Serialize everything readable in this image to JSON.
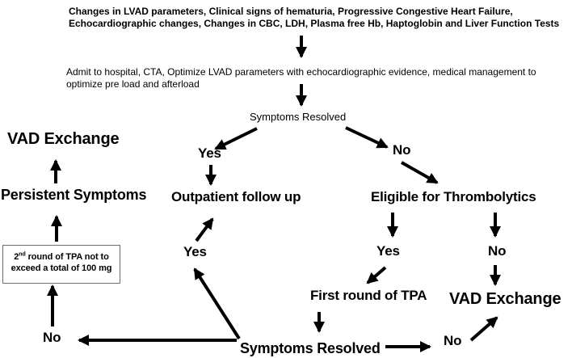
{
  "colors": {
    "text": "#000000",
    "background": "#ffffff",
    "arrow": "#000000",
    "box_border": "#6e6e6e"
  },
  "flowchart": {
    "intro_lines": [
      "Changes in LVAD parameters, Clinical signs of hematuria, Progressive Congestive Heart Failure,",
      "Echocardiographic changes, Changes in CBC, LDH, Plasma free Hb, Haptoglobin and Liver Function Tests"
    ],
    "admit_lines": [
      "Admit to hospital, CTA, Optimize LVAD parameters with echocardiographic evidence, medical management to",
      "optimize pre load and afterload"
    ],
    "nodes": {
      "symptoms_resolved_top": "Symptoms Resolved",
      "yes_top": "Yes",
      "no_top": "No",
      "outpatient_follow_up": "Outpatient follow up",
      "eligible_for_thrombolytics": "Eligible for Thrombolytics",
      "yes_thrombolytics": "Yes",
      "no_thrombolytics": "No",
      "first_round_of_tpa": "First round of TPA",
      "vad_exchange_right": "VAD Exchange",
      "symptoms_resolved_bottom": "Symptoms Resolved",
      "no_after_symptoms_right": "No",
      "no_after_symptoms_left": "No",
      "yes_after_symptoms": "Yes",
      "persistent_symptoms": "Persistent Symptoms",
      "vad_exchange_left": "VAD Exchange",
      "second_round_tpa": {
        "base": "2",
        "superscript": "nd",
        "rest_line1": " round of TPA not to",
        "line2": "exceed a total of 100 mg"
      }
    }
  }
}
